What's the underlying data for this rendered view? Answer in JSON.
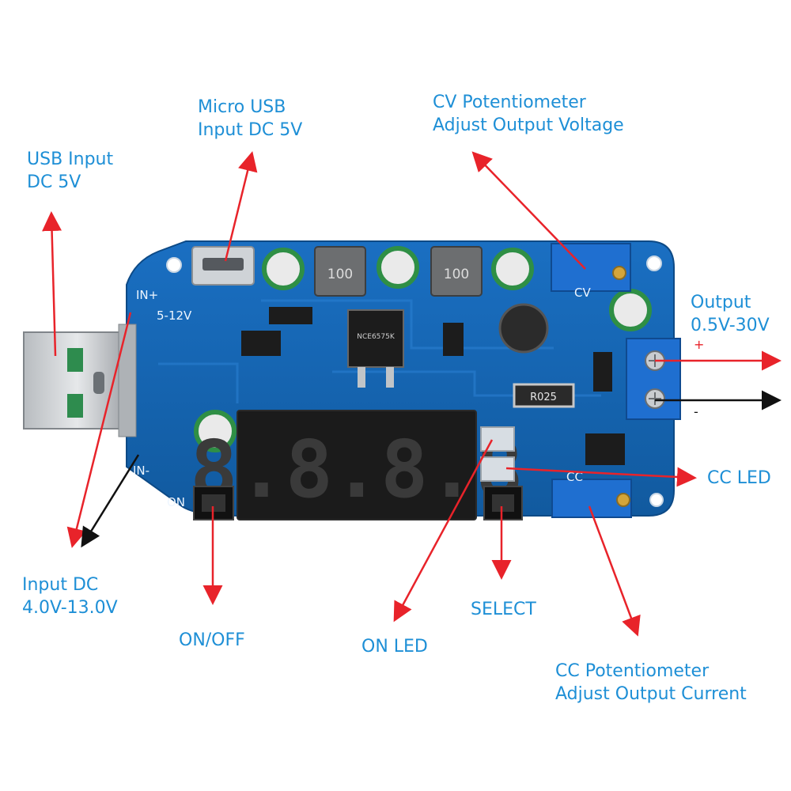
{
  "labels": {
    "usb_input": [
      "USB Input",
      "DC 5V"
    ],
    "micro_usb": [
      "Micro USB",
      "Input DC 5V"
    ],
    "cv_pot": [
      "CV Potentiometer",
      "Adjust Output Voltage"
    ],
    "output": [
      "Output",
      "0.5V-30V"
    ],
    "cc_led": "CC LED",
    "input_dc": [
      "Input DC",
      "4.0V-13.0V"
    ],
    "on_off": "ON/OFF",
    "on_led": "ON LED",
    "select": "SELECT",
    "cc_pot": [
      "CC Potentiometer",
      "Adjust Output Current"
    ],
    "plus": "+",
    "minus": "-"
  },
  "board": {
    "silk_in_plus": "IN+",
    "silk_in_minus": "IN-",
    "silk_range": "5-12V",
    "silk_cv": "CV",
    "silk_cc": "CC",
    "silk_on": "ON",
    "inductor_1": "100",
    "inductor_2": "100",
    "ic_main": "NCE6575K",
    "resistor": "R025",
    "display": "8.8.8.8"
  },
  "colors": {
    "label_text": "#1e8fd6",
    "arrow_red": "#e8232a",
    "arrow_black": "#111111",
    "pcb_blue": "#1464b4"
  }
}
